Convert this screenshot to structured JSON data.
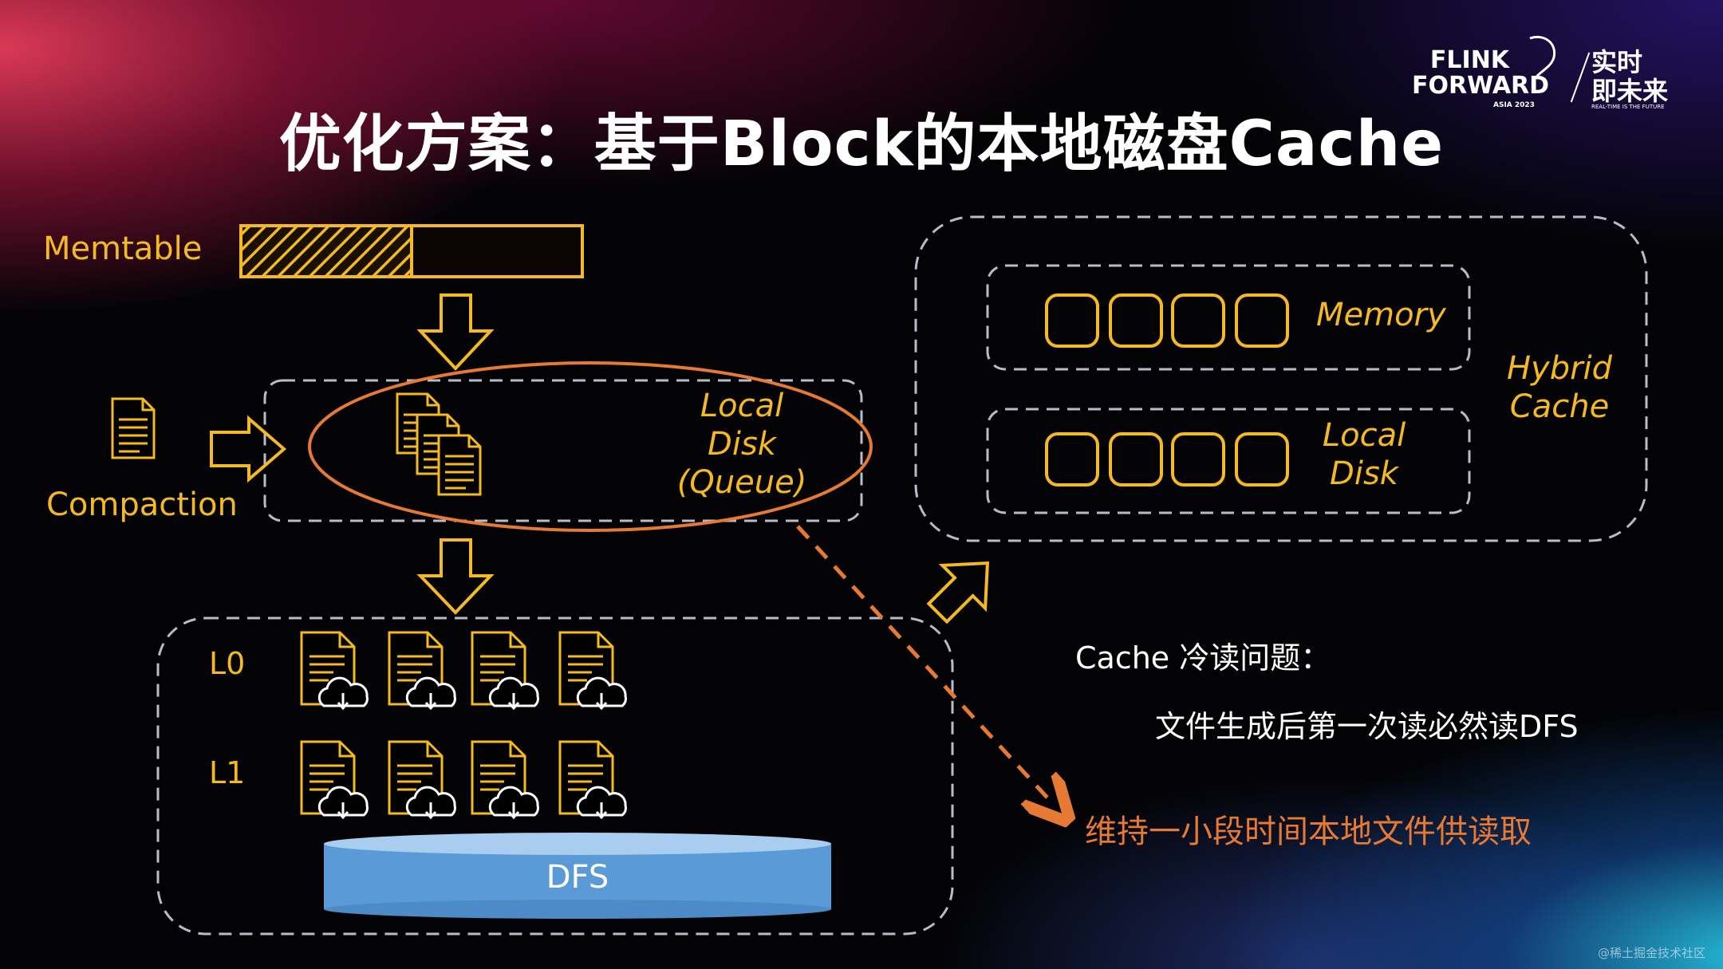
{
  "title": "优化方案：基于Block的本地磁盘Cache",
  "logo": {
    "line1": "FLINK",
    "line2": "FORWARD",
    "badge": "ASIA 2023",
    "cn_line1": "实时",
    "cn_line2": "即未来",
    "tagline": "REAL-TIME IS THE FUTURE"
  },
  "left_diagram": {
    "memtable_label": "Memtable",
    "compaction_label": "Compaction",
    "local_disk_queue": [
      "Local",
      "Disk",
      "(Queue)"
    ],
    "levels": [
      "L0",
      "L1"
    ],
    "dfs_label": "DFS"
  },
  "hybrid_cache": {
    "memory_label": "Memory",
    "local_disk_label": [
      "Local",
      "Disk"
    ],
    "hybrid_label": [
      "Hybrid",
      "Cache"
    ]
  },
  "notes": {
    "heading": "Cache 冷读问题：",
    "detail": "文件生成后第一次读必然读DFS",
    "solution": "维持一小段时间本地文件供读取"
  },
  "colors": {
    "accent": "#f5b921",
    "orange": "#e67a35",
    "dashed_gray": "#b8bcc8",
    "dfs_blue": "#5a9ad6"
  },
  "watermark": "@稀土掘金技术社区"
}
